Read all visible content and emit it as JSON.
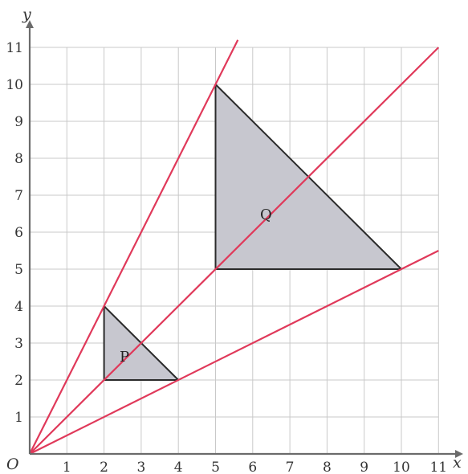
{
  "labels": {
    "origin": "O",
    "x_axis": "x",
    "y_axis": "y",
    "shape_p": "P",
    "shape_q": "Q"
  },
  "axes": {
    "x_range": [
      0,
      11
    ],
    "y_range": [
      0,
      11
    ],
    "x_ticks": [
      "1",
      "2",
      "3",
      "4",
      "5",
      "6",
      "7",
      "8",
      "9",
      "10",
      "11"
    ],
    "y_ticks": [
      "1",
      "2",
      "3",
      "4",
      "5",
      "6",
      "7",
      "8",
      "9",
      "10",
      "11"
    ],
    "grid": true
  },
  "shapes": [
    {
      "id": "P",
      "vertices": [
        [
          2,
          2
        ],
        [
          2,
          4
        ],
        [
          4,
          2
        ]
      ]
    },
    {
      "id": "Q",
      "vertices": [
        [
          5,
          5
        ],
        [
          5,
          10
        ],
        [
          10,
          5
        ]
      ]
    }
  ],
  "rays": [
    {
      "from": [
        0,
        0
      ],
      "through": [
        2,
        4
      ],
      "to_x": 5.6
    },
    {
      "from": [
        0,
        0
      ],
      "through": [
        5,
        5
      ],
      "to_x": 11
    },
    {
      "from": [
        0,
        0
      ],
      "through": [
        10,
        5
      ],
      "to_x": 11
    }
  ],
  "colors": {
    "ray": "#e0395a",
    "shape_fill": "#c7c7cf",
    "shape_stroke": "#2b2b2b",
    "grid": "#c9c9c9",
    "axis": "#6b6b6b"
  }
}
